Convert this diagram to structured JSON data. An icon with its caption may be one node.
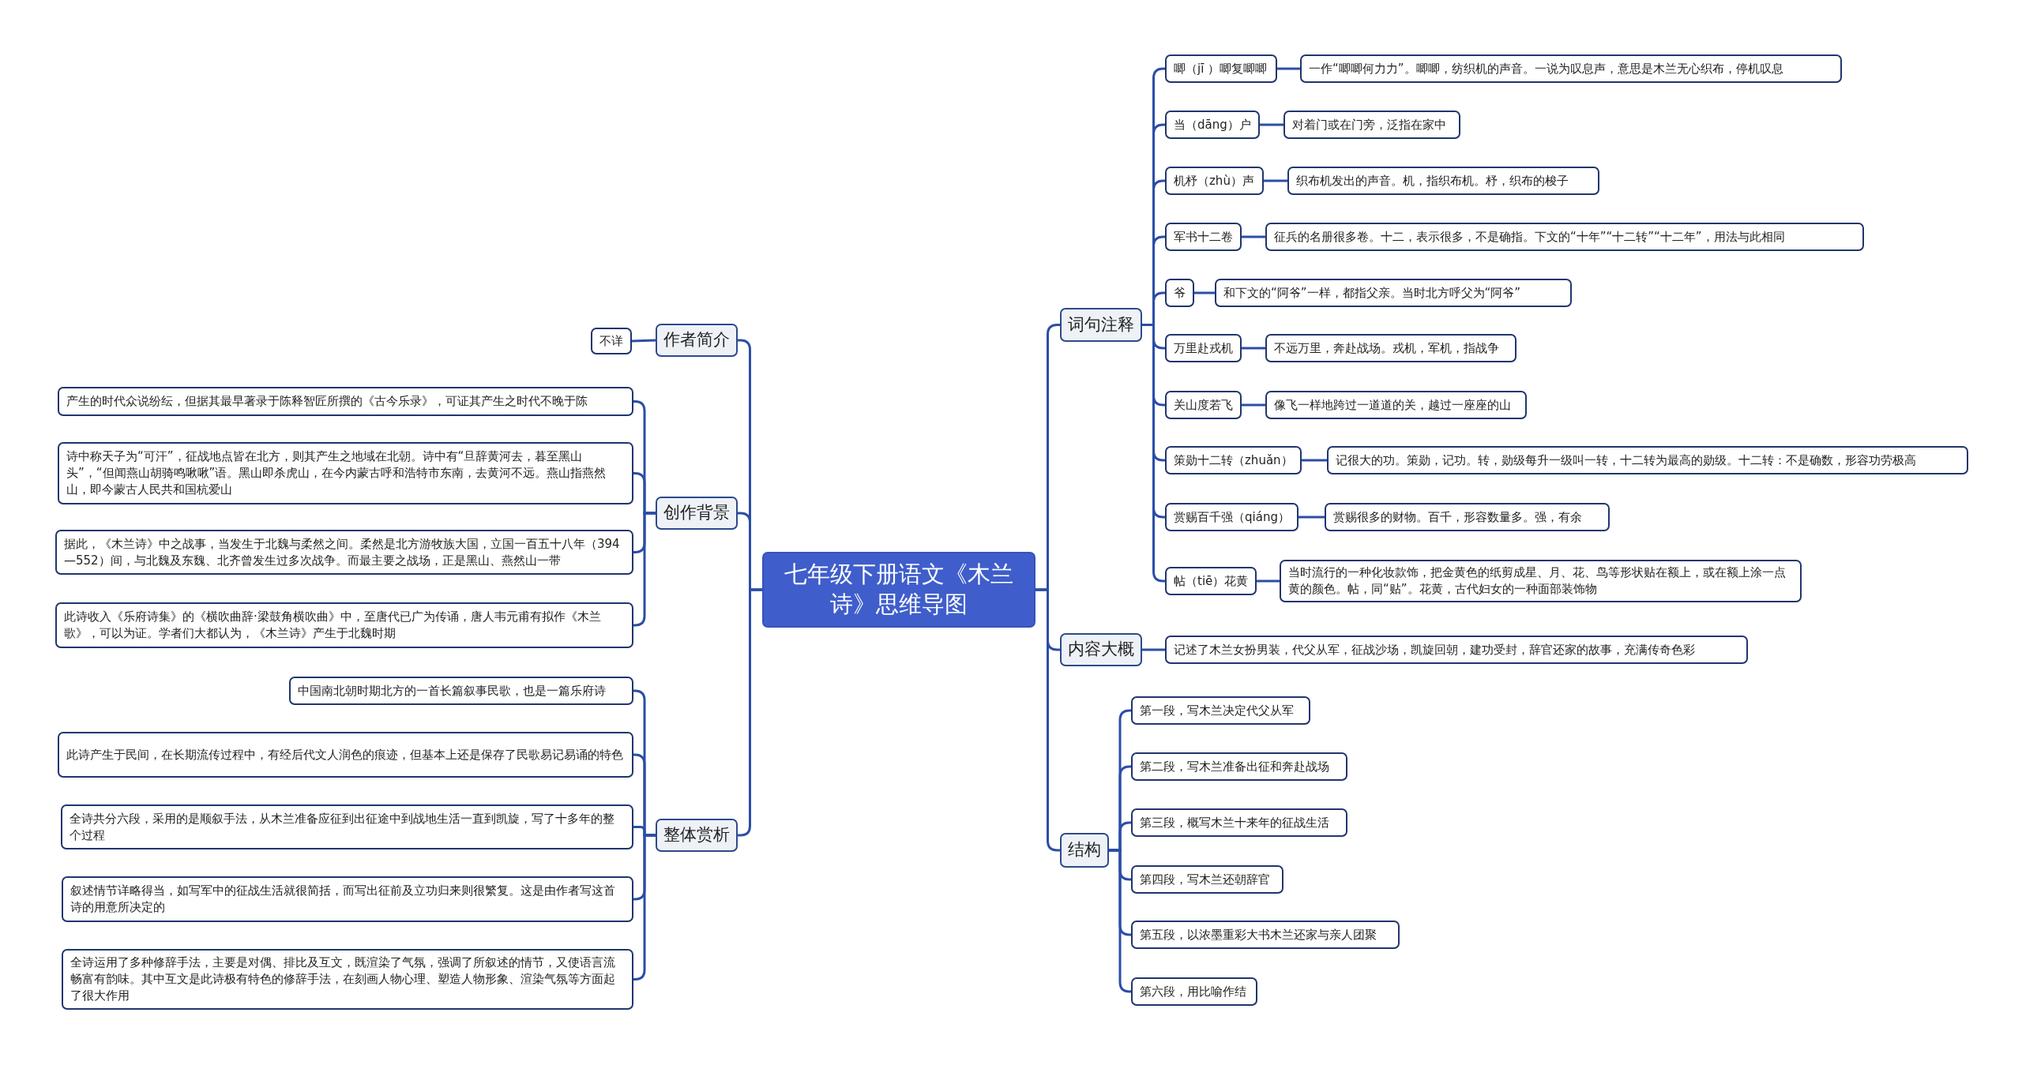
{
  "diagram": {
    "nodes": [
      {
        "text": [
          "七年级下册语文《木兰诗》思维导图"
        ]
      },
      {
        "text": [
          "作者简介"
        ]
      },
      {
        "text": [
          "不详"
        ]
      },
      {
        "text": [
          "创作背景"
        ]
      },
      {
        "text": [
          "产生的时代众说纷纭，但据其最早著录于陈释智匠所撰的《古今乐录》，可证其产生之时代不晚于陈"
        ]
      },
      {
        "text": [
          "诗中称天子为“可汗”，征战地点皆在北方，则其产生之地域在北朝。诗中有“旦辞黄河去，暮至黑山头”，“但闻燕山胡骑鸣啾啾”语。黑山即杀虎山，在今内蒙古呼和浩特市东南，去黄河不远。燕山指燕然山，即今蒙古人民共和国杭爱山"
        ]
      },
      {
        "text": [
          "据此，《木兰诗》中之战事，当发生于北魏与柔然之间。柔然是北方游牧族大国，立国一百五十八年（394—552）间，与北魏及东魏、北齐曾发生过多次战争。而最主要之战场，正是黑山、燕然山一带"
        ]
      },
      {
        "text": [
          "此诗收入《乐府诗集》的《横吹曲辞·梁鼓角横吹曲》中，至唐代已广为传诵，唐人韦元甫有拟作《木兰歌》，可以为证。学者们大都认为，《木兰诗》产生于北魏时期"
        ]
      },
      {
        "text": [
          "整体赏析"
        ]
      },
      {
        "text": [
          "中国南北朝时期北方的一首长篇叙事民歌，也是一篇乐府诗"
        ]
      },
      {
        "text": [
          "此诗产生于民间，在长期流传过程中，有经后代文人润色的痕迹，但基本上还是保存了民歌易记易诵的特色"
        ]
      },
      {
        "text": [
          "全诗共分六段，采用的是顺叙手法，从木兰准备应征到出征途中到战地生活一直到凯旋，写了十多年的整个过程"
        ]
      },
      {
        "text": [
          "叙述情节详略得当，如写军中的征战生活就很简括，而写出征前及立功归来则很繁复。这是由作者写这首诗的用意所决定的"
        ]
      },
      {
        "text": [
          "全诗运用了多种修辞手法，主要是对偶、排比及互文，既渲染了气氛，强调了所叙述的情节，又使语言流畅富有韵味。其中互文是此诗极有特色的修辞手法，在刻画人物心理、塑造人物形象、渲染气氛等方面起了很大作用"
        ]
      },
      {
        "text": [
          "词句注释"
        ]
      },
      {
        "text": [
          "唧（jī ）唧复唧唧"
        ]
      },
      {
        "text": [
          "一作“唧唧何力力”。唧唧，纺织机的声音。一说为叹息声，意思是木兰无心织布，停机叹息"
        ]
      },
      {
        "text": [
          "当（dāng）户"
        ]
      },
      {
        "text": [
          "对着门或在门旁，泛指在家中"
        ]
      },
      {
        "text": [
          "机杼（zhù）声"
        ]
      },
      {
        "text": [
          "织布机发出的声音。机，指织布机。杼，织布的梭子"
        ]
      },
      {
        "text": [
          "军书十二卷"
        ]
      },
      {
        "text": [
          "征兵的名册很多卷。十二，表示很多，不是确指。下文的“十年”“十二转”“十二年”，用法与此相同"
        ]
      },
      {
        "text": [
          "爷"
        ]
      },
      {
        "text": [
          "和下文的“阿爷”一样，都指父亲。当时北方呼父为“阿爷”"
        ]
      },
      {
        "text": [
          "万里赴戎机"
        ]
      },
      {
        "text": [
          "不远万里，奔赴战场。戎机，军机，指战争"
        ]
      },
      {
        "text": [
          "关山度若飞"
        ]
      },
      {
        "text": [
          "像飞一样地跨过一道道的关，越过一座座的山"
        ]
      },
      {
        "text": [
          "策勋十二转（zhuǎn）"
        ]
      },
      {
        "text": [
          "记很大的功。策勋，记功。转，勋级每升一级叫一转，十二转为最高的勋级。十二转：不是确数，形容功劳极高"
        ]
      },
      {
        "text": [
          "赏赐百千强（qiáng）"
        ]
      },
      {
        "text": [
          "赏赐很多的财物。百千，形容数量多。强，有余"
        ]
      },
      {
        "text": [
          "帖（tiē）花黄"
        ]
      },
      {
        "text": [
          "当时流行的一种化妆款饰，把金黄色的纸剪成星、月、花、鸟等形状贴在额上，或在额上涂一点黄的颜色。帖，同“贴”。花黄，古代妇女的一种面部装饰物"
        ]
      },
      {
        "text": [
          "内容大概"
        ]
      },
      {
        "text": [
          "记述了木兰女扮男装，代父从军，征战沙场，凯旋回朝，建功受封，辞官还家的故事，充满传奇色彩"
        ]
      },
      {
        "text": [
          "结构"
        ]
      },
      {
        "text": [
          "第一段，写木兰决定代父从军"
        ]
      },
      {
        "text": [
          "第二段，写木兰准备出征和奔赴战场"
        ]
      },
      {
        "text": [
          "第三段，概写木兰十来年的征战生活"
        ]
      },
      {
        "text": [
          "第四段，写木兰还朝辞官"
        ]
      },
      {
        "text": [
          "第五段，以浓墨重彩大书木兰还家与亲人团聚"
        ]
      },
      {
        "text": [
          "第六段，用比喻作结"
        ]
      }
    ],
    "edges": [
      {
        "from": 0,
        "to": 1,
        "arrow": "none"
      },
      {
        "from": 1,
        "to": 2,
        "arrow": "none"
      },
      {
        "from": 0,
        "to": 3,
        "arrow": "none"
      },
      {
        "from": 3,
        "to": 4,
        "arrow": "none"
      },
      {
        "from": 3,
        "to": 5,
        "arrow": "none"
      },
      {
        "from": 3,
        "to": 6,
        "arrow": "none"
      },
      {
        "from": 3,
        "to": 7,
        "arrow": "none"
      },
      {
        "from": 0,
        "to": 8,
        "arrow": "none"
      },
      {
        "from": 8,
        "to": 9,
        "arrow": "none"
      },
      {
        "from": 8,
        "to": 10,
        "arrow": "none"
      },
      {
        "from": 8,
        "to": 11,
        "arrow": "none"
      },
      {
        "from": 8,
        "to": 12,
        "arrow": "none"
      },
      {
        "from": 8,
        "to": 13,
        "arrow": "none"
      },
      {
        "from": 0,
        "to": 14,
        "arrow": "none"
      },
      {
        "from": 14,
        "to": 15,
        "arrow": "none"
      },
      {
        "from": 15,
        "to": 16,
        "arrow": "none"
      },
      {
        "from": 14,
        "to": 17,
        "arrow": "none"
      },
      {
        "from": 17,
        "to": 18,
        "arrow": "none"
      },
      {
        "from": 14,
        "to": 19,
        "arrow": "none"
      },
      {
        "from": 19,
        "to": 20,
        "arrow": "none"
      },
      {
        "from": 14,
        "to": 21,
        "arrow": "none"
      },
      {
        "from": 21,
        "to": 22,
        "arrow": "none"
      },
      {
        "from": 14,
        "to": 23,
        "arrow": "none"
      },
      {
        "from": 23,
        "to": 24,
        "arrow": "none"
      },
      {
        "from": 14,
        "to": 25,
        "arrow": "none"
      },
      {
        "from": 25,
        "to": 26,
        "arrow": "none"
      },
      {
        "from": 14,
        "to": 27,
        "arrow": "none"
      },
      {
        "from": 27,
        "to": 28,
        "arrow": "none"
      },
      {
        "from": 14,
        "to": 29,
        "arrow": "none"
      },
      {
        "from": 29,
        "to": 30,
        "arrow": "none"
      },
      {
        "from": 14,
        "to": 31,
        "arrow": "none"
      },
      {
        "from": 31,
        "to": 32,
        "arrow": "none"
      },
      {
        "from": 14,
        "to": 33,
        "arrow": "none"
      },
      {
        "from": 33,
        "to": 34,
        "arrow": "none"
      },
      {
        "from": 0,
        "to": 35,
        "arrow": "none"
      },
      {
        "from": 35,
        "to": 36,
        "arrow": "none"
      },
      {
        "from": 0,
        "to": 37,
        "arrow": "none"
      },
      {
        "from": 37,
        "to": 38,
        "arrow": "none"
      },
      {
        "from": 37,
        "to": 39,
        "arrow": "none"
      },
      {
        "from": 37,
        "to": 40,
        "arrow": "none"
      },
      {
        "from": 37,
        "to": 41,
        "arrow": "none"
      },
      {
        "from": 37,
        "to": 42,
        "arrow": "none"
      },
      {
        "from": 37,
        "to": 43,
        "arrow": "none"
      }
    ]
  }
}
